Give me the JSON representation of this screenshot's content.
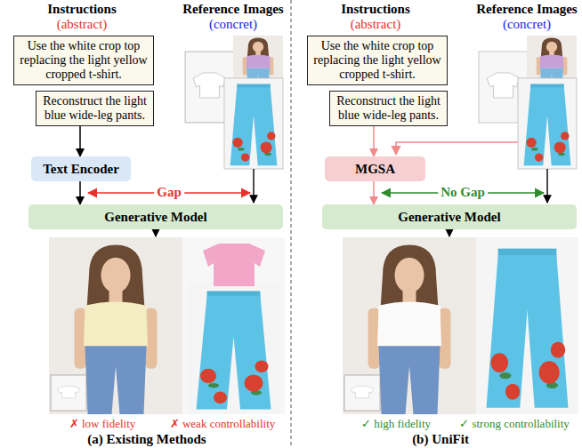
{
  "diagram": {
    "nodes": [
      {
        "text": [
          "Use the white crop top replacing the light yellow cropped t-shirt."
        ]
      },
      {
        "text": [
          "Reconstruct the light blue wide-leg pants."
        ]
      },
      {
        "text": [
          "Text Encoder"
        ]
      },
      {
        "text": [
          "Generative Model"
        ]
      },
      {
        "text": [
          "Use the white crop top replacing the light yellow cropped t-shirt."
        ]
      },
      {
        "text": [
          "Reconstruct the light blue wide-leg pants."
        ]
      },
      {
        "text": [
          "MGSA"
        ]
      },
      {
        "text": [
          "Generative Model"
        ]
      }
    ],
    "edges": [
      {
        "from": 1,
        "to": 2,
        "arrow": "to"
      },
      {
        "from": 2,
        "to": 3,
        "arrow": "to"
      },
      {
        "from": 5,
        "to": 6,
        "arrow": "to"
      },
      {
        "from": 6,
        "to": 7,
        "arrow": "to"
      }
    ],
    "labels": [
      "Instructions",
      "(abstract)",
      "Reference Images",
      "(concret)",
      "Gap",
      "✗ low fidelity",
      "✗ weak controllability",
      "(a) Existing Methods",
      "Instructions",
      "(abstract)",
      "Reference Images",
      "(concret)",
      "No Gap",
      "✓ high fidelity",
      "✓ strong controllability",
      "(b) UniFit"
    ]
  }
}
